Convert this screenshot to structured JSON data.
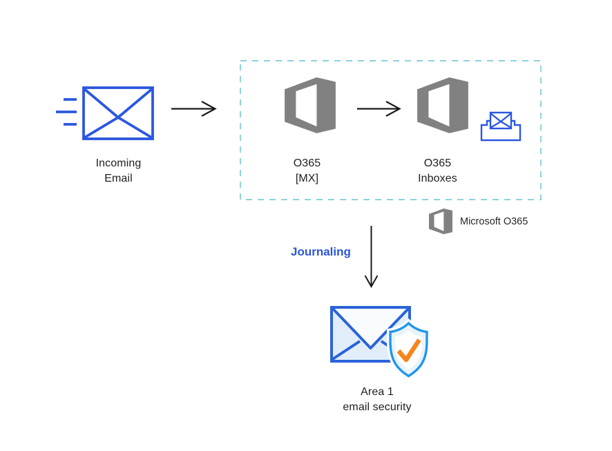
{
  "diagram": {
    "incoming": {
      "line1": "Incoming",
      "line2": "Email"
    },
    "o365_mx": {
      "line1": "O365",
      "line2": "[MX]"
    },
    "o365_inboxes": {
      "line1": "O365",
      "line2": "Inboxes"
    },
    "journaling": {
      "label": "Journaling"
    },
    "area1": {
      "line1": "Area 1",
      "line2": "email security"
    },
    "legend": {
      "label": "Microsoft O365"
    }
  },
  "icons": {
    "incoming_email": "envelope-outline-with-speed-lines",
    "o365_logo": "microsoft-office-folded-logo",
    "inbox": "envelope-in-tray",
    "area1_security": "envelope-with-shield-and-check",
    "flow_arrows": "thin-open-head-arrows"
  },
  "colors": {
    "envelope_blue": "#2b57df",
    "area1_envelope_stroke": "#2a63d9",
    "area1_envelope_fill": "#e1eefa",
    "area1_flap_fill": "#f9fcfe",
    "shield_stroke": "#2196ea",
    "shield_fill": "#e9f3fb",
    "check_orange": "#f5851f",
    "office_gray": "#818181",
    "dashed_boundary_teal": "#7accd8",
    "journaling_text_blue": "#2b56d6",
    "arrow_black": "#1a1a1a",
    "label_black": "#1e1e1e"
  }
}
